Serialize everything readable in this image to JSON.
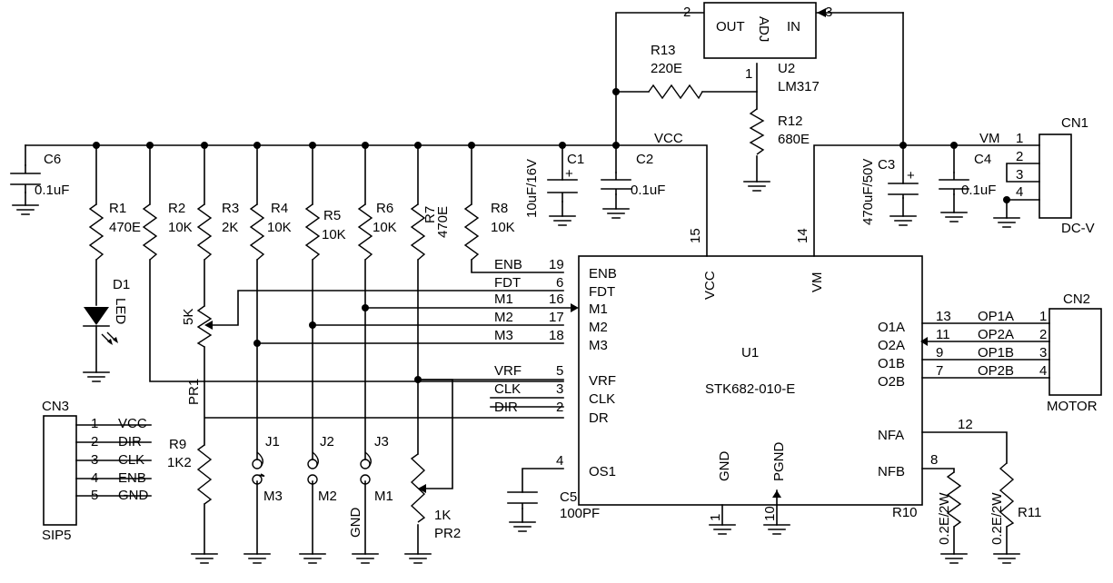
{
  "schematic": {
    "ic": {
      "ref": "U1",
      "part": "STK682-010-E",
      "left_pins": [
        {
          "name": "ENB",
          "num": "19",
          "net": "ENB"
        },
        {
          "name": "FDT",
          "num": "6",
          "net": "FDT"
        },
        {
          "name": "M1",
          "num": "16",
          "net": "M1"
        },
        {
          "name": "M2",
          "num": "17",
          "net": "M2"
        },
        {
          "name": "M3",
          "num": "18",
          "net": "M3"
        },
        {
          "name": "VRF",
          "num": "5",
          "net": "VRF"
        },
        {
          "name": "CLK",
          "num": "3",
          "net": "CLK"
        },
        {
          "name": "DR",
          "num": "2",
          "net": "DIR"
        },
        {
          "name": "OS1",
          "num": "4"
        }
      ],
      "right_pins": [
        {
          "name": "O1A",
          "num": "13",
          "net": "OP1A"
        },
        {
          "name": "O2A",
          "num": "11",
          "net": "OP2A"
        },
        {
          "name": "O1B",
          "num": "9",
          "net": "OP1B"
        },
        {
          "name": "O2B",
          "num": "7",
          "net": "OP2B"
        },
        {
          "name": "NFA",
          "num": "12"
        },
        {
          "name": "NFB",
          "num": "8"
        }
      ],
      "top_pins": [
        {
          "name": "VCC",
          "num": "15"
        },
        {
          "name": "VM",
          "num": "14"
        }
      ],
      "bottom_pins": [
        {
          "name": "GND",
          "num": "1"
        },
        {
          "name": "PGND",
          "num": "10"
        }
      ]
    },
    "regulator": {
      "ref": "U2",
      "part": "LM317",
      "out_label": "OUT",
      "adj_label": "ADJ",
      "in_label": "IN",
      "pin_out": "2",
      "pin_in": "3",
      "pin_adj": "1"
    },
    "components": {
      "C6": {
        "ref": "C6",
        "value": "0.1uF"
      },
      "R1": {
        "ref": "R1",
        "value": "470E"
      },
      "D1": {
        "ref": "D1",
        "value": "LED"
      },
      "R2": {
        "ref": "R2",
        "value": "10K"
      },
      "R3": {
        "ref": "R3",
        "value": "2K"
      },
      "R4": {
        "ref": "R4",
        "value": "10K"
      },
      "R5": {
        "ref": "R5",
        "value": "10K"
      },
      "R6": {
        "ref": "R6",
        "value": "10K"
      },
      "R7": {
        "ref": "R7",
        "value": "470E"
      },
      "R8": {
        "ref": "R8",
        "value": "10K"
      },
      "C1": {
        "ref": "C1",
        "value": "10uF/16V"
      },
      "C2": {
        "ref": "C2",
        "value": "0.1uF"
      },
      "R13": {
        "ref": "R13",
        "value": "220E"
      },
      "R12": {
        "ref": "R12",
        "value": "680E"
      },
      "C3": {
        "ref": "C3",
        "value": "470uF/50V"
      },
      "C4": {
        "ref": "C4",
        "value": "0.1uF"
      },
      "PR1": {
        "ref": "PR1",
        "value": "5K"
      },
      "R9": {
        "ref": "R9",
        "value": "1K2"
      },
      "PR2": {
        "ref": "PR2",
        "value": "1K"
      },
      "C5": {
        "ref": "C5",
        "value": "100PF"
      },
      "R10": {
        "ref": "R10",
        "value": "0.2E/2W"
      },
      "R11": {
        "ref": "R11",
        "value": "0.2E/2W"
      },
      "J1": {
        "ref": "J1",
        "label": "M3"
      },
      "J2": {
        "ref": "J2",
        "label": "M2"
      },
      "J3": {
        "ref": "J3",
        "label": "M1"
      }
    },
    "nets": {
      "vcc": "VCC",
      "vm": "VM",
      "gnd": "GND",
      "plus": "+"
    },
    "connectors": {
      "cn1": {
        "ref": "CN1",
        "name": "DC-V",
        "pins": [
          "1",
          "2",
          "3",
          "4"
        ]
      },
      "cn2": {
        "ref": "CN2",
        "name": "MOTOR",
        "pins": [
          "1",
          "2",
          "3",
          "4"
        ]
      },
      "cn3": {
        "ref": "CN3",
        "name": "SIP5",
        "pins": [
          {
            "num": "1",
            "net": "VCC"
          },
          {
            "num": "2",
            "net": "DIR"
          },
          {
            "num": "3",
            "net": "CLK"
          },
          {
            "num": "4",
            "net": "ENB"
          },
          {
            "num": "5",
            "net": "GND"
          }
        ]
      }
    }
  }
}
